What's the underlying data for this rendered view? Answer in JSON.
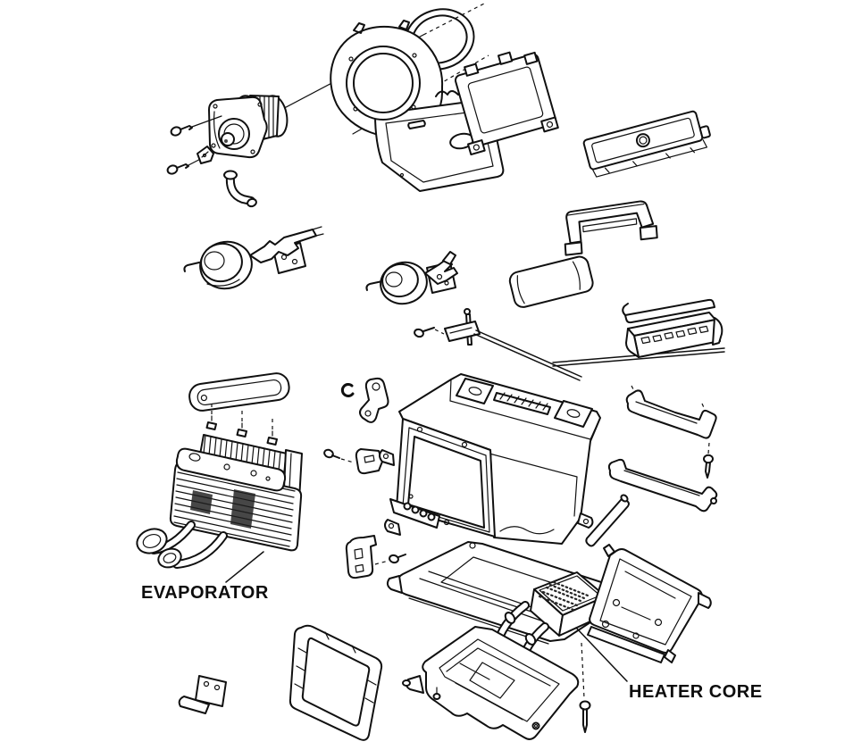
{
  "diagram": {
    "title": "HVAC evaporator and heater assembly exploded view",
    "background_color": "#ffffff",
    "line_color": "#101010",
    "labels": {
      "evaporator": "EVAPORATOR",
      "heater_core": "HEATER CORE"
    },
    "parts": [
      "blower-motor",
      "blower-fan",
      "motor-mount-screws",
      "wire-clip",
      "drain-elbow",
      "blower-housing",
      "o-ring-seal",
      "opening-gasket",
      "access-cover-plate",
      "support-bracket",
      "foam-seal-pad",
      "vacuum-actuator-left",
      "vacuum-actuator-right",
      "temperature-control-rod",
      "control-cable-rod",
      "defroster-duct",
      "support-strap-upper",
      "support-strap-lower",
      "link-rod",
      "evaporator-seal-strip",
      "evaporator-core",
      "door-crank",
      "e-clip",
      "pivot-bracket",
      "clamp-bracket",
      "heater-case",
      "case-mid-housing",
      "heater-core",
      "heater-core-tubes",
      "lower-case",
      "rear-cover-panel",
      "case-seal-gasket",
      "corner-bracket",
      "assorted-screws"
    ]
  }
}
